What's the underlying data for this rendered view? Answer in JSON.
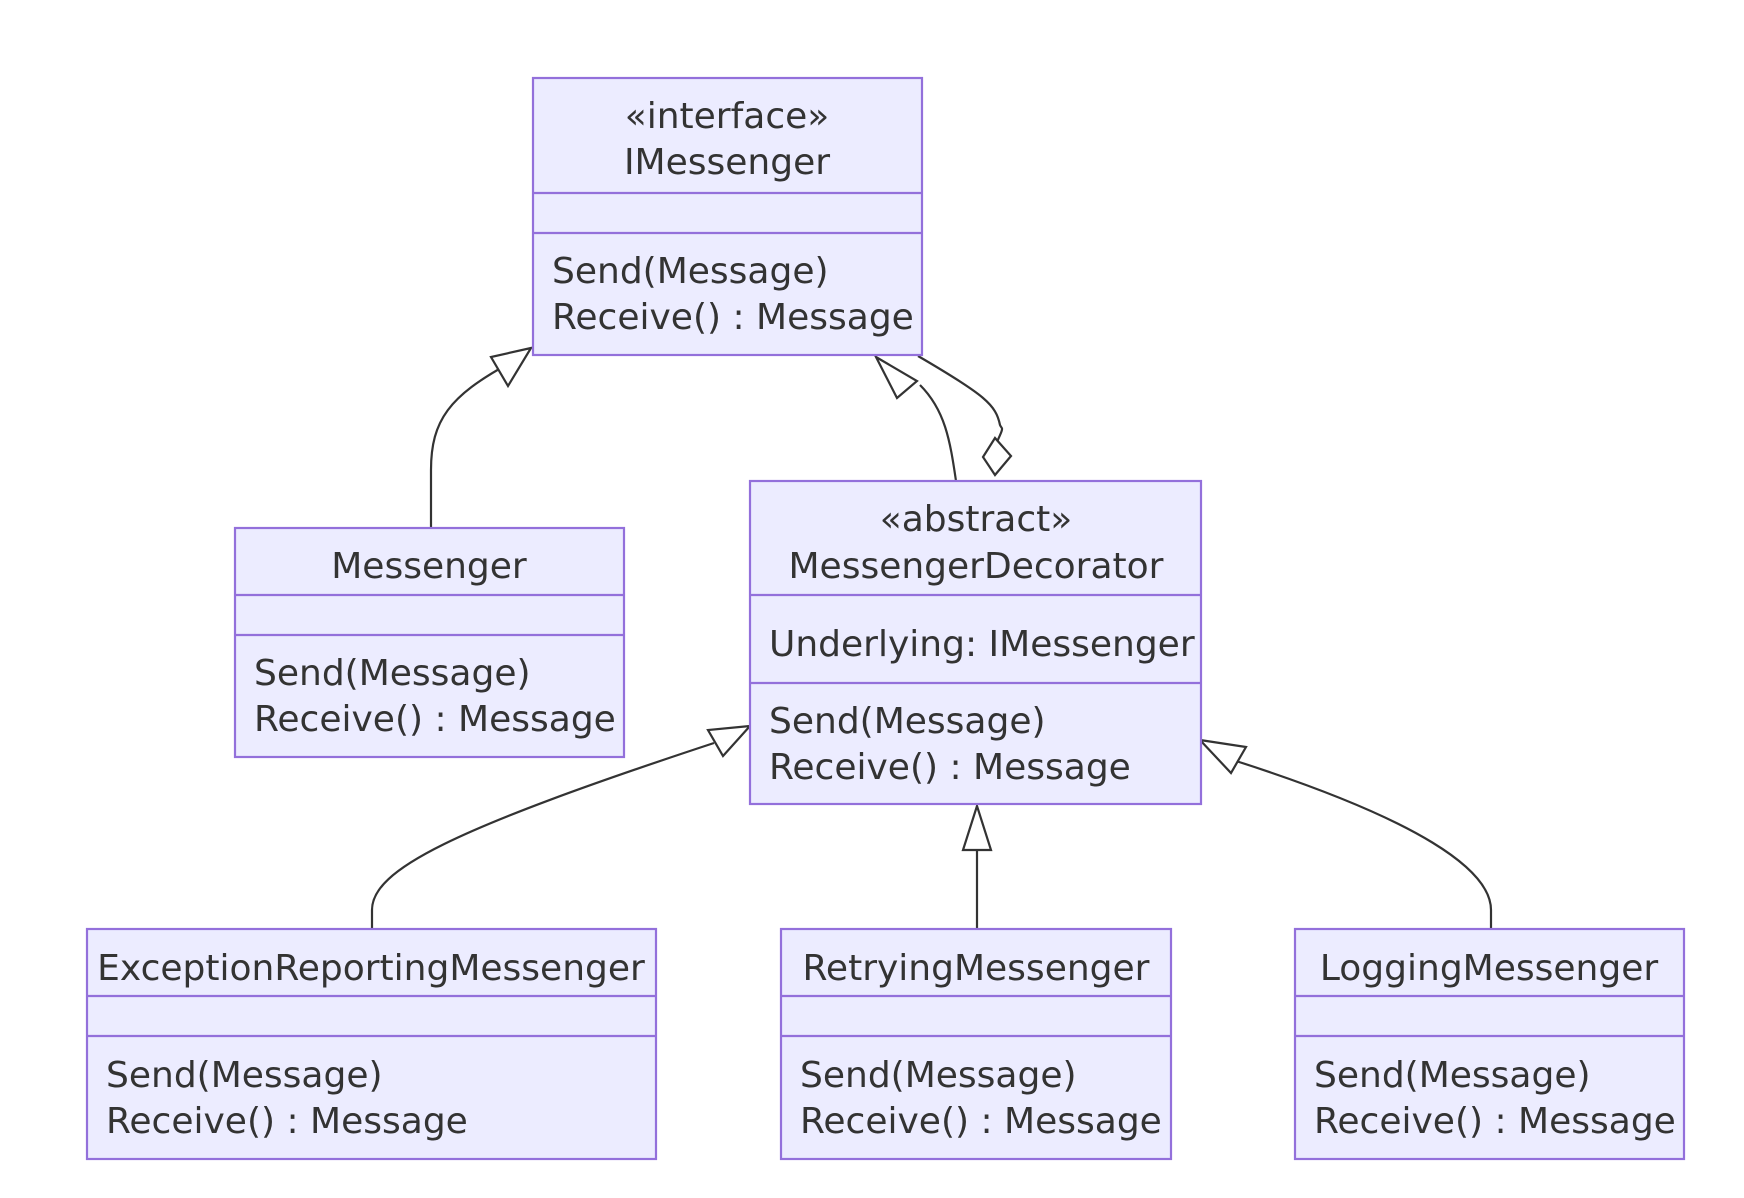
{
  "diagram": {
    "type": "uml-class-diagram",
    "colors": {
      "box_fill": "#ECECFF",
      "box_stroke": "#9370DB",
      "edge": "#333333",
      "text": "#333333"
    },
    "classes": {
      "imessenger": {
        "stereotype": "«interface»",
        "name": "IMessenger",
        "attributes": [],
        "methods": [
          "Send(Message)",
          "Receive() : Message"
        ]
      },
      "messenger": {
        "name": "Messenger",
        "attributes": [],
        "methods": [
          "Send(Message)",
          "Receive() : Message"
        ]
      },
      "decorator": {
        "stereotype": "«abstract»",
        "name": "MessengerDecorator",
        "attributes": [
          "Underlying: IMessenger"
        ],
        "methods": [
          "Send(Message)",
          "Receive() : Message"
        ]
      },
      "exception": {
        "name": "ExceptionReportingMessenger",
        "attributes": [],
        "methods": [
          "Send(Message)",
          "Receive() : Message"
        ]
      },
      "retrying": {
        "name": "RetryingMessenger",
        "attributes": [],
        "methods": [
          "Send(Message)",
          "Receive() : Message"
        ]
      },
      "logging": {
        "name": "LoggingMessenger",
        "attributes": [],
        "methods": [
          "Send(Message)",
          "Receive() : Message"
        ]
      }
    },
    "relationships": [
      {
        "from": "Messenger",
        "to": "IMessenger",
        "kind": "realization"
      },
      {
        "from": "MessengerDecorator",
        "to": "IMessenger",
        "kind": "realization"
      },
      {
        "from": "MessengerDecorator",
        "to": "IMessenger",
        "kind": "aggregation"
      },
      {
        "from": "ExceptionReportingMessenger",
        "to": "MessengerDecorator",
        "kind": "inheritance"
      },
      {
        "from": "RetryingMessenger",
        "to": "MessengerDecorator",
        "kind": "inheritance"
      },
      {
        "from": "LoggingMessenger",
        "to": "MessengerDecorator",
        "kind": "inheritance"
      }
    ]
  }
}
